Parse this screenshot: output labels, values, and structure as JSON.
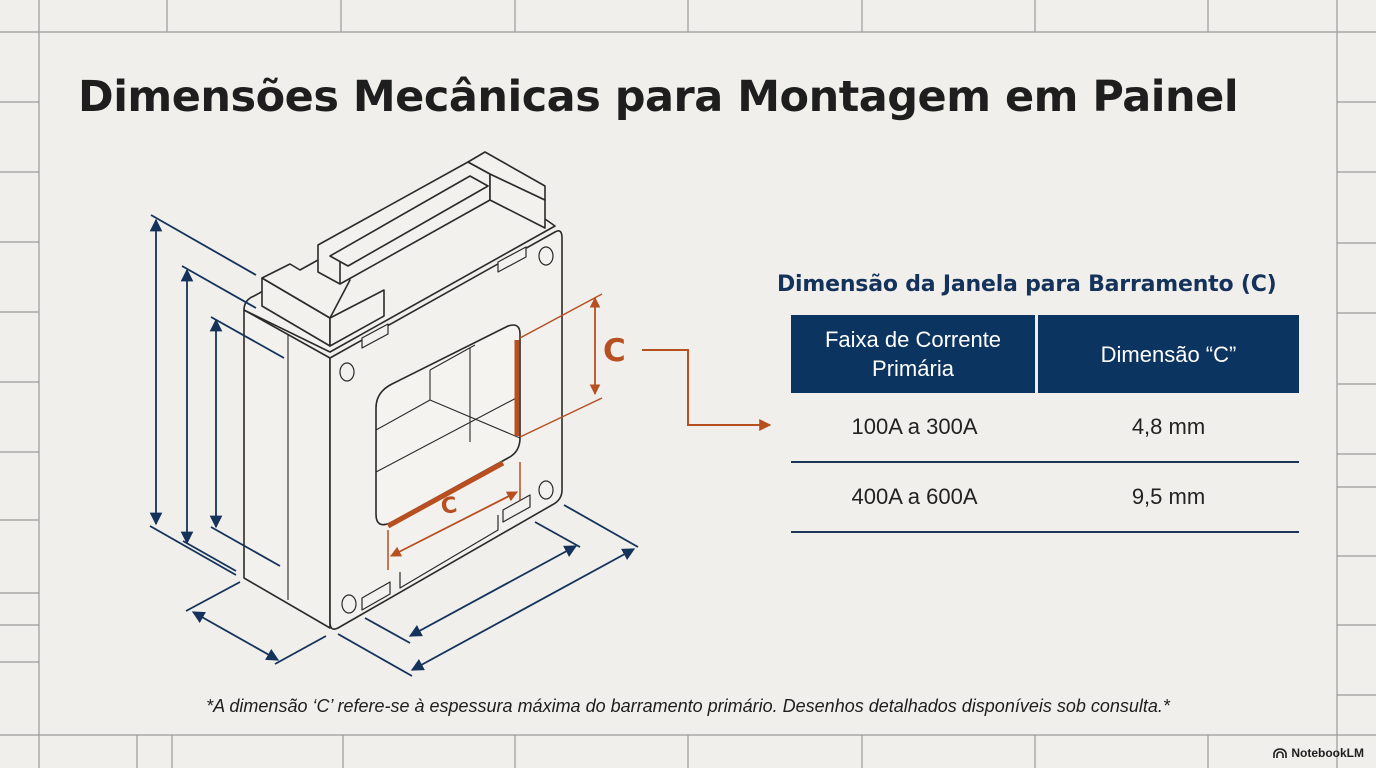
{
  "title": "Dimensões Mecânicas para Montagem em Painel",
  "diagram": {
    "window_label_right": "C",
    "window_label_bottom": "C",
    "accent_color": "#b84f21",
    "dimension_color": "#14325a"
  },
  "table": {
    "title": "Dimensão da Janela para Barramento (C)",
    "headers": [
      "Faixa de Corrente Primária",
      "Dimensão “C”"
    ],
    "rows": [
      [
        "100A a 300A",
        "4,8 mm"
      ],
      [
        "400A a 600A",
        "9,5 mm"
      ]
    ],
    "header_bg": "#0c3461"
  },
  "footnote": "*A dimensão ‘C’ refere-se à espessura máxima do barramento primário. Desenhos detalhados disponíveis sob consulta.*",
  "brand": {
    "label": "NotebookLM",
    "icon": "notebooklm-logo-icon"
  }
}
